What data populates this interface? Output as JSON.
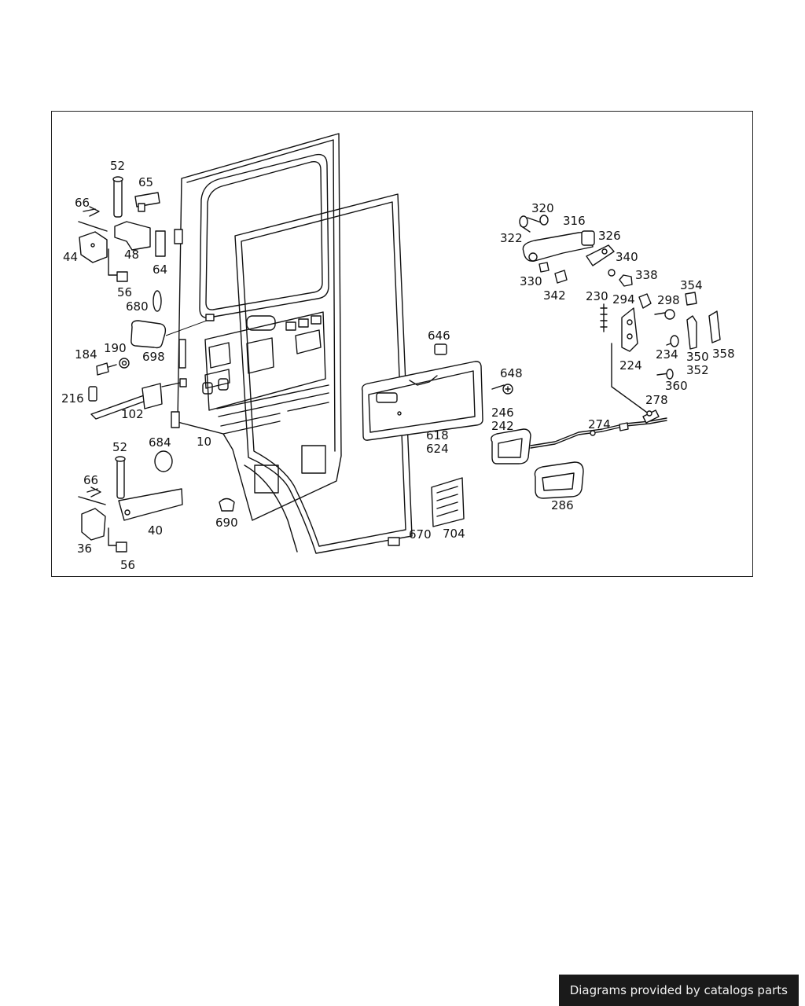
{
  "diagram": {
    "labels": [
      "52",
      "65",
      "66",
      "44",
      "48",
      "64",
      "56",
      "680",
      "698",
      "184",
      "190",
      "216",
      "102",
      "10",
      "684",
      "66b",
      "52b",
      "36",
      "40",
      "56b",
      "690",
      "646",
      "648",
      "618",
      "624",
      "670",
      "704",
      "320",
      "316",
      "322",
      "326",
      "340",
      "330",
      "342",
      "338",
      "354",
      "230",
      "294",
      "298",
      "224",
      "234",
      "350",
      "352",
      "358",
      "360",
      "278",
      "274",
      "246",
      "242",
      "286"
    ],
    "label_text": {
      "52": "52",
      "65": "65",
      "66": "66",
      "44": "44",
      "48": "48",
      "64": "64",
      "56": "56",
      "680": "680",
      "698": "698",
      "184": "184",
      "190": "190",
      "216": "216",
      "102": "102",
      "10": "10",
      "684": "684",
      "66b": "66",
      "52b": "52",
      "36": "36",
      "40": "40",
      "56b": "56",
      "690": "690",
      "646": "646",
      "648": "648",
      "618": "618",
      "624": "624",
      "670": "670",
      "704": "704",
      "320": "320",
      "316": "316",
      "322": "322",
      "326": "326",
      "340": "340",
      "330": "330",
      "342": "342",
      "338": "338",
      "354": "354",
      "230": "230",
      "294": "294",
      "298": "298",
      "224": "224",
      "234": "234",
      "350": "350",
      "352": "352",
      "358": "358",
      "360": "360",
      "278": "278",
      "274": "274",
      "246": "246",
      "242": "242",
      "286": "286"
    }
  },
  "footer": {
    "text": "Diagrams provided by catalogs parts"
  }
}
